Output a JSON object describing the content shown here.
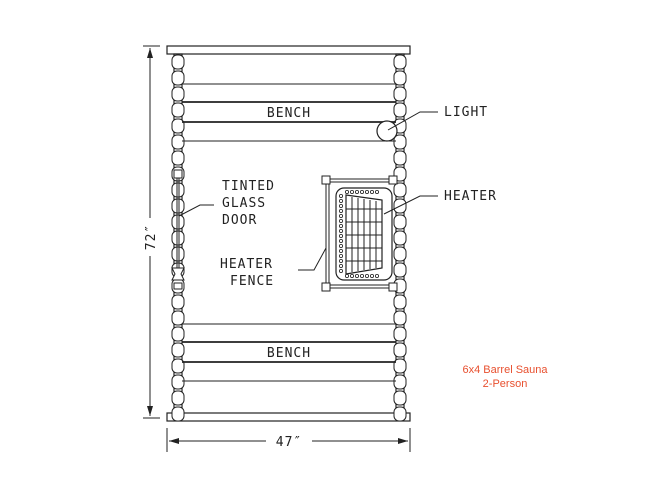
{
  "diagram": {
    "title": "6x4 Barrel Sauna",
    "subtitle": "2-Person",
    "caption_color": "#e8502f",
    "line_color": "#222222",
    "dimensions": {
      "height": "72″",
      "width": "47″"
    },
    "labels": {
      "bench_top": "BENCH",
      "bench_bottom": "BENCH",
      "light": "LIGHT",
      "heater": "HEATER",
      "door_line1": "TINTED",
      "door_line2": "GLASS",
      "door_line3": "DOOR",
      "fence_line1": "HEATER",
      "fence_line2": "FENCE"
    }
  }
}
